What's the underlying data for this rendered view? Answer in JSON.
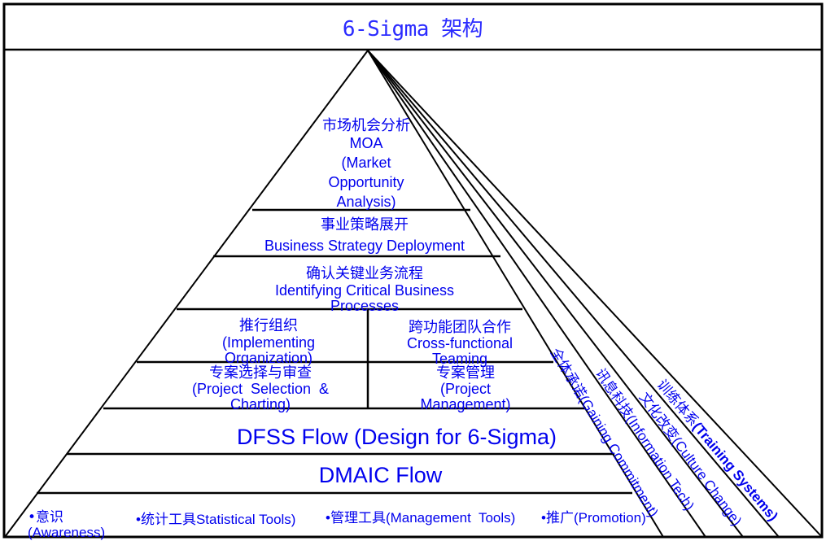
{
  "title": "6-Sigma 架构",
  "colors": {
    "text": "#0000ee",
    "title": "#2b2bff",
    "lines": "#000000"
  },
  "pyramid_levels": [
    {
      "id": "moa",
      "lines": [
        "市场机会分析",
        "MOA",
        "(Market",
        "Opportunity",
        "Analysis)"
      ]
    },
    {
      "id": "business-strategy",
      "lines": [
        "事业策略展开",
        "Business Strategy Deployment"
      ]
    },
    {
      "id": "critical-processes",
      "lines": [
        "确认关键业务流程",
        "Identifying Critical Business",
        "Processes"
      ]
    },
    {
      "id": "implementing-organization",
      "lines": [
        "推行组织",
        "(Implementing",
        "Organization)"
      ]
    },
    {
      "id": "cross-functional",
      "lines": [
        "跨功能团队合作",
        "Cross-functional",
        "Teaming"
      ]
    },
    {
      "id": "project-selection",
      "lines": [
        "专案选择与审查",
        "(Project  Selection  &",
        "Charting)"
      ]
    },
    {
      "id": "project-management",
      "lines": [
        "专案管理",
        "(Project",
        "Management)"
      ]
    },
    {
      "id": "dfss",
      "lines": [
        "DFSS Flow (Design for 6-Sigma)"
      ]
    },
    {
      "id": "dmaic",
      "lines": [
        "DMAIC Flow"
      ]
    }
  ],
  "base_items": [
    {
      "cn": "•意识",
      "en": "(Awareness)"
    },
    {
      "text": "•统计工具Statistical Tools)"
    },
    {
      "text": "•管理工具(Management  Tools)"
    },
    {
      "text": "•推广(Promotion)"
    }
  ],
  "side_bands": [
    {
      "id": "gaining-commitment",
      "cn": "全体承诺",
      "en": "(Gaining Commitment)"
    },
    {
      "id": "information-tech",
      "cn": "讯息科技",
      "en": "(Information Tech)"
    },
    {
      "id": "culture-change",
      "cn": "文化改变",
      "en": "(Culture Change)"
    },
    {
      "id": "training-systems",
      "cn": "训练体系",
      "en": "(Training Systems)"
    }
  ]
}
